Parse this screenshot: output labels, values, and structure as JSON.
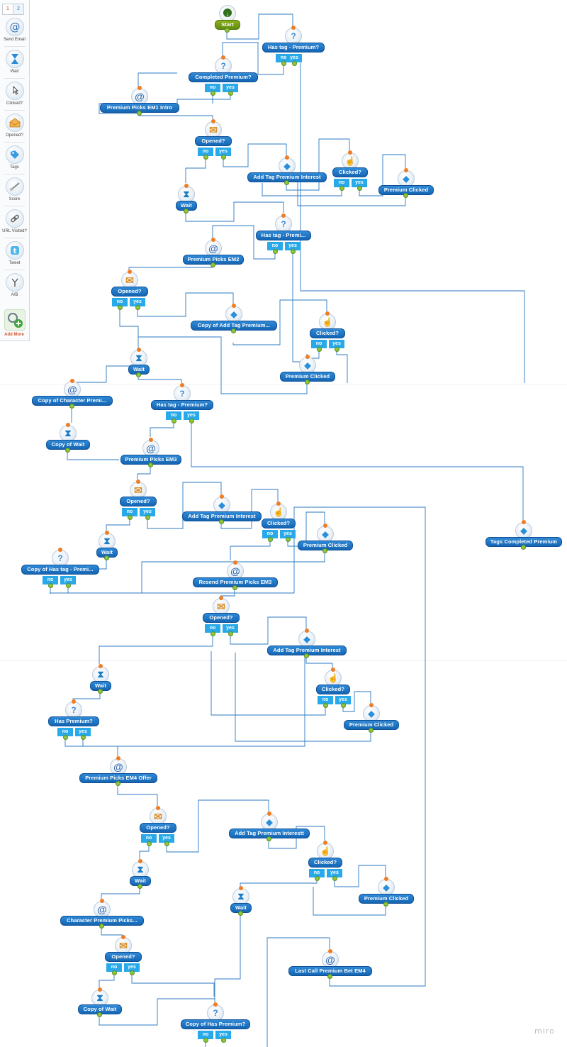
{
  "palette": {
    "tabs": [
      "1",
      "2"
    ],
    "items": [
      {
        "label": "Send Email",
        "icon": "at-sign-icon"
      },
      {
        "label": "Wait",
        "icon": "hourglass-icon"
      },
      {
        "label": "Clicked?",
        "icon": "cursor-click-icon"
      },
      {
        "label": "Opened?",
        "icon": "envelope-open-icon"
      },
      {
        "label": "Tags",
        "icon": "tag-icon"
      },
      {
        "label": "Score",
        "icon": "score-icon"
      },
      {
        "label": "URL Visited?",
        "icon": "link-icon"
      },
      {
        "label": "Tweet",
        "icon": "twitter-icon"
      },
      {
        "label": "A/B",
        "icon": "ab-split-icon"
      }
    ],
    "add_more": "Add More"
  },
  "nodes": [
    {
      "id": "start",
      "type": "start",
      "label": "Start"
    },
    {
      "id": "q1",
      "type": "question",
      "label": "Has tag - Premium?"
    },
    {
      "id": "q2",
      "type": "question",
      "label": "Completed Premium?"
    },
    {
      "id": "em1",
      "type": "email",
      "label": "Premium Picks EM1 Intro"
    },
    {
      "id": "op1",
      "type": "opened",
      "label": "Opened?"
    },
    {
      "id": "tg1",
      "type": "tag",
      "label": "Add Tag Premium Interest"
    },
    {
      "id": "cl1",
      "type": "clicked",
      "label": "Clicked?"
    },
    {
      "id": "pc1",
      "type": "tag",
      "label": "Premium Clicked"
    },
    {
      "id": "w1",
      "type": "wait",
      "label": "Wait"
    },
    {
      "id": "q3",
      "type": "question",
      "label": "Has tag - Premi..."
    },
    {
      "id": "em2",
      "type": "email",
      "label": "Premium Picks EM2"
    },
    {
      "id": "op2",
      "type": "opened",
      "label": "Opened?"
    },
    {
      "id": "tg2",
      "type": "tag",
      "label": "Copy of Add Tag Premium..."
    },
    {
      "id": "cl2",
      "type": "clicked",
      "label": "Clicked?"
    },
    {
      "id": "pc2",
      "type": "tag",
      "label": "Premium Clicked"
    },
    {
      "id": "w2",
      "type": "wait",
      "label": "Wait"
    },
    {
      "id": "em3c",
      "type": "email",
      "label": "Copy of Character Premi..."
    },
    {
      "id": "q4",
      "type": "question",
      "label": "Has tag - Premium?"
    },
    {
      "id": "w3",
      "type": "wait",
      "label": "Copy of Wait"
    },
    {
      "id": "em3",
      "type": "email",
      "label": "Premium Picks EM3"
    },
    {
      "id": "op3",
      "type": "opened",
      "label": "Opened?"
    },
    {
      "id": "tg3",
      "type": "tag",
      "label": "Add Tag Premium Interest"
    },
    {
      "id": "cl3",
      "type": "clicked",
      "label": "Clicked?"
    },
    {
      "id": "pc3",
      "type": "tag",
      "label": "Premium Clicked"
    },
    {
      "id": "tcp",
      "type": "tag",
      "label": "Tags Completed Premium"
    },
    {
      "id": "w4",
      "type": "wait",
      "label": "Wait"
    },
    {
      "id": "q5",
      "type": "question",
      "label": "Copy of Has tag - Premi..."
    },
    {
      "id": "rem3",
      "type": "email",
      "label": "Resend Premium Picks EM3"
    },
    {
      "id": "op4",
      "type": "opened",
      "label": "Opened?"
    },
    {
      "id": "tg4",
      "type": "tag",
      "label": "Add Tag Premium Interest"
    },
    {
      "id": "w5",
      "type": "wait",
      "label": "Wait"
    },
    {
      "id": "cl4",
      "type": "clicked",
      "label": "Clicked?"
    },
    {
      "id": "q6",
      "type": "question",
      "label": "Has Premium?"
    },
    {
      "id": "pc4",
      "type": "tag",
      "label": "Premium Clicked"
    },
    {
      "id": "em4",
      "type": "email",
      "label": "Premium Picks EM4 Offer"
    },
    {
      "id": "op5",
      "type": "opened",
      "label": "Opened?"
    },
    {
      "id": "tg5",
      "type": "tag",
      "label": "Add Tag Premium Interestt"
    },
    {
      "id": "cl5",
      "type": "clicked",
      "label": "Clicked?"
    },
    {
      "id": "w6",
      "type": "wait",
      "label": "Wait"
    },
    {
      "id": "pc5",
      "type": "tag",
      "label": "Premium Clicked"
    },
    {
      "id": "w7",
      "type": "wait",
      "label": "Wait"
    },
    {
      "id": "em5",
      "type": "email",
      "label": "Character Premium Picks..."
    },
    {
      "id": "op6",
      "type": "opened",
      "label": "Opened?"
    },
    {
      "id": "em6",
      "type": "email",
      "label": "Last Call Premium Bet EM4"
    },
    {
      "id": "w8",
      "type": "wait",
      "label": "Copy of Wait"
    },
    {
      "id": "q7",
      "type": "question",
      "label": "Copy of Has Premium?"
    }
  ],
  "branch_labels": {
    "no": "no",
    "yes": "yes"
  },
  "watermark": "miro",
  "colors": {
    "node_blue": "#1a6fbf",
    "branch_blue": "#28a9ea",
    "start_green": "#6f9a12",
    "connector": "#2b78c2",
    "pin_orange": "#ef7d24"
  }
}
